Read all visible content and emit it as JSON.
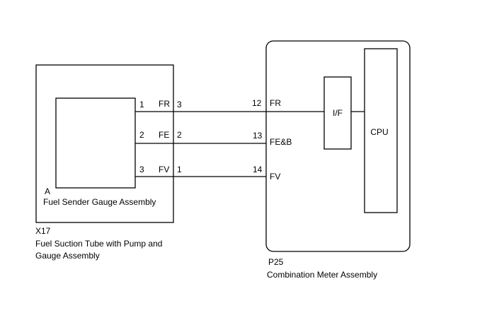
{
  "left_assembly": {
    "code": "X17",
    "name_line1": "Fuel Suction Tube with Pump and",
    "name_line2": "Gauge Assembly",
    "sub_component": {
      "code": "A",
      "name": "Fuel Sender Gauge Assembly"
    }
  },
  "right_assembly": {
    "code": "P25",
    "name": "Combination Meter Assembly",
    "blocks": {
      "interface": "I/F",
      "cpu": "CPU"
    }
  },
  "wires": [
    {
      "inner_pin": "1",
      "inner_label": "FR",
      "connector_pin": "3",
      "meter_pin": "12",
      "meter_label": "FR"
    },
    {
      "inner_pin": "2",
      "inner_label": "FE",
      "connector_pin": "2",
      "meter_pin": "13",
      "meter_label": "FE&B"
    },
    {
      "inner_pin": "3",
      "inner_label": "FV",
      "connector_pin": "1",
      "meter_pin": "14",
      "meter_label": "FV"
    }
  ]
}
